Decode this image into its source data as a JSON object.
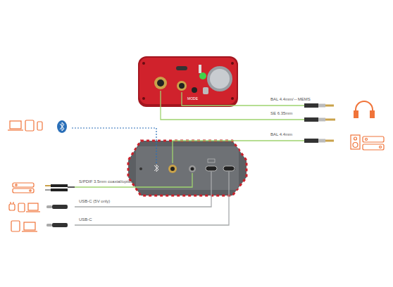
{
  "diagram": {
    "labels": [
      "MODE",
      "BAL 4.4mm/⇔MEMS",
      "SE 6.35mm",
      "BAL 4.4mm",
      "S/PDIF 3.5mm coaxial/optical",
      "USB-C (5V only)",
      "USB-C"
    ]
  }
}
